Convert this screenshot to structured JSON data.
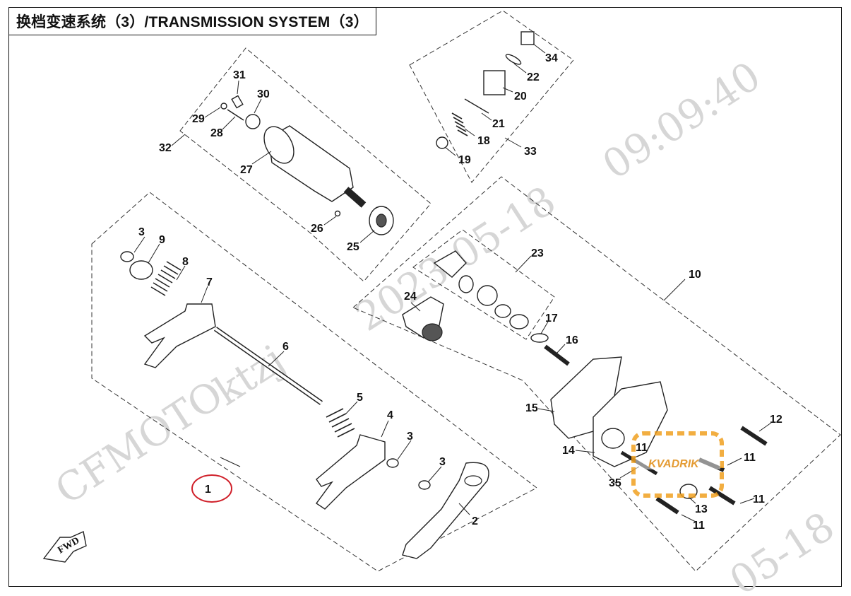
{
  "title": "换档变速系统（3）/TRANSMISSION SYSTEM（3）",
  "watermark": {
    "brand": "CFMOTO",
    "user": "ktzj",
    "date": "2023-05-18",
    "time": "09:09:40",
    "date_fragment": "05-18"
  },
  "fwd_label": "FWD",
  "overlay_logo": {
    "text": "KVADRIK",
    "color": "#f0a020"
  },
  "highlight_color": "#d0202a",
  "callouts": [
    "1",
    "2",
    "3",
    "3",
    "3",
    "4",
    "5",
    "6",
    "7",
    "8",
    "9",
    "10",
    "11",
    "11",
    "11",
    "11",
    "12",
    "13",
    "14",
    "15",
    "16",
    "17",
    "18",
    "19",
    "20",
    "21",
    "22",
    "23",
    "24",
    "25",
    "26",
    "27",
    "28",
    "29",
    "30",
    "31",
    "32",
    "33",
    "34",
    "35"
  ]
}
